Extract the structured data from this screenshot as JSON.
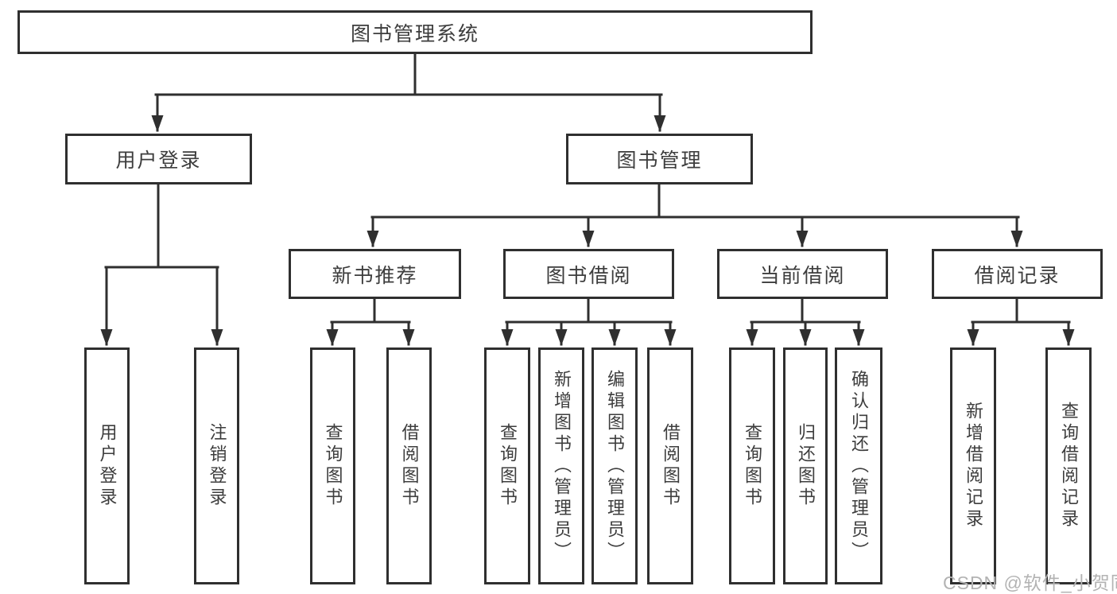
{
  "tree": {
    "label": "图书管理系统",
    "children": [
      {
        "label": "用户登录",
        "children": [
          {
            "label": "用户登录"
          },
          {
            "label": "注销登录"
          }
        ]
      },
      {
        "label": "图书管理",
        "children": [
          {
            "label": "新书推荐",
            "children": [
              {
                "label": "查询图书"
              },
              {
                "label": "借阅图书"
              }
            ]
          },
          {
            "label": "图书借阅",
            "children": [
              {
                "label": "查询图书"
              },
              {
                "label": "新增图书（管理员）"
              },
              {
                "label": "编辑图书（管理员）"
              },
              {
                "label": "借阅图书"
              }
            ]
          },
          {
            "label": "当前借阅",
            "children": [
              {
                "label": "查询图书"
              },
              {
                "label": "归还图书"
              },
              {
                "label": "确认归还（管理员）"
              }
            ]
          },
          {
            "label": "借阅记录",
            "children": [
              {
                "label": "新增借阅记录"
              },
              {
                "label": "查询借阅记录"
              }
            ]
          }
        ]
      }
    ]
  },
  "watermark": {
    "text": "CSDN @软件_小贺同学"
  },
  "colors": {
    "line": "#2f2f2f",
    "node_border": "#2f2f2f",
    "node_text": "#3d3d3d",
    "background": "#ffffff",
    "watermark": "#b3b3b3"
  }
}
